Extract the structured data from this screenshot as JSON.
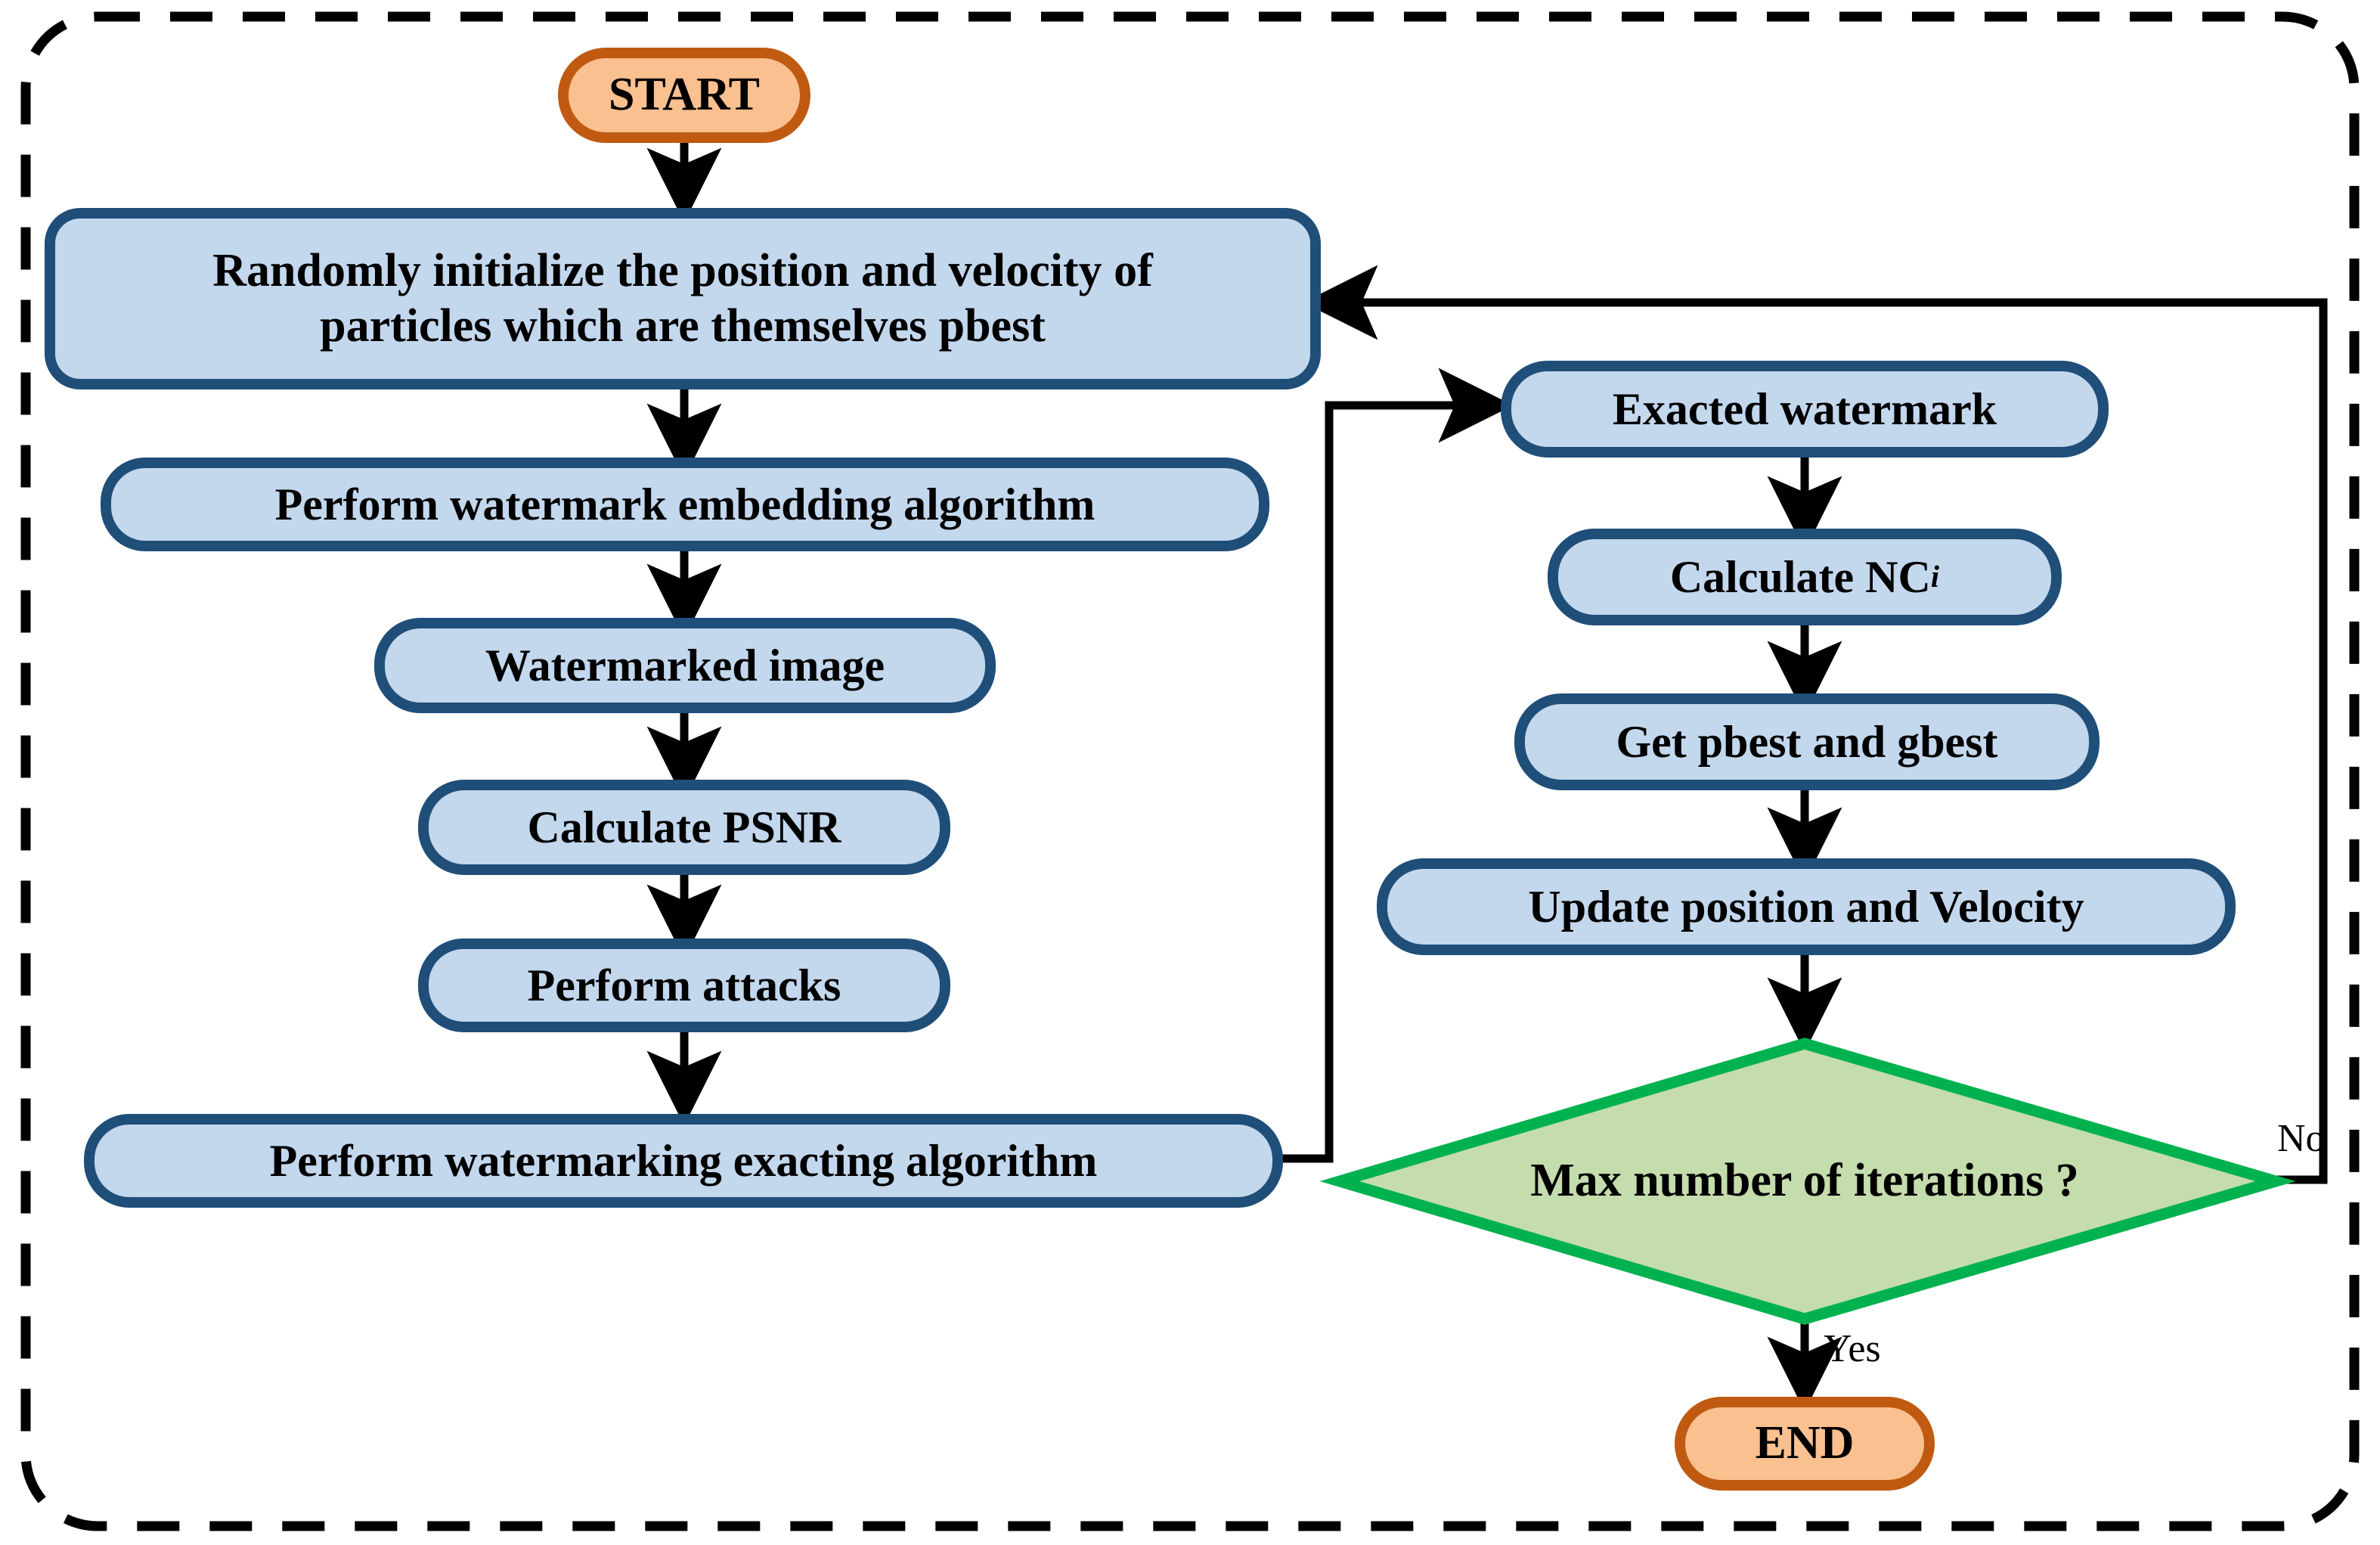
{
  "diagram": {
    "type": "flowchart",
    "title_text": "",
    "container": {
      "name": "dashed-boundary",
      "style": "dashed rounded rectangle",
      "color": "#000000"
    },
    "palette": {
      "terminator_fill": "#fac090",
      "terminator_border": "#c05a11",
      "process_fill": "#c3d7ed",
      "process_border": "#1f4e79",
      "decision_fill": "#c5dcad",
      "decision_border": "#00b24f",
      "connector": "#000000",
      "text": "#000000"
    },
    "nodes": [
      {
        "id": "start",
        "shape": "terminator",
        "label": "START"
      },
      {
        "id": "init",
        "shape": "process",
        "label": "Randomly initialize the position and velocity of\nparticles which are themselves pbest"
      },
      {
        "id": "embed",
        "shape": "process",
        "label": "Perform watermark embedding algorithm"
      },
      {
        "id": "wmimg",
        "shape": "process",
        "label": "Watermarked image"
      },
      {
        "id": "psnr",
        "shape": "process",
        "label": "Calculate PSNR"
      },
      {
        "id": "attacks",
        "shape": "process",
        "label": "Perform attacks"
      },
      {
        "id": "extract",
        "shape": "process",
        "label": "Perform watermarking exacting algorithm"
      },
      {
        "id": "exwm",
        "shape": "process",
        "label": "Exacted watermark"
      },
      {
        "id": "nc",
        "shape": "process",
        "label_prefix": "Calculate NC",
        "label_sub": "i",
        "label": "Calculate NCi"
      },
      {
        "id": "pgbest",
        "shape": "process",
        "label": "Get pbest and gbest"
      },
      {
        "id": "update",
        "shape": "process",
        "label": "Update position and Velocity"
      },
      {
        "id": "maxiter",
        "shape": "decision",
        "label": "Max number of iterations ?"
      },
      {
        "id": "end",
        "shape": "terminator",
        "label": "END"
      }
    ],
    "edges": [
      {
        "from": "start",
        "to": "init",
        "label": ""
      },
      {
        "from": "init",
        "to": "embed",
        "label": ""
      },
      {
        "from": "embed",
        "to": "wmimg",
        "label": ""
      },
      {
        "from": "wmimg",
        "to": "psnr",
        "label": ""
      },
      {
        "from": "psnr",
        "to": "attacks",
        "label": ""
      },
      {
        "from": "attacks",
        "to": "extract",
        "label": ""
      },
      {
        "from": "extract",
        "to": "exwm",
        "label": ""
      },
      {
        "from": "exwm",
        "to": "nc",
        "label": ""
      },
      {
        "from": "nc",
        "to": "pgbest",
        "label": ""
      },
      {
        "from": "pgbest",
        "to": "update",
        "label": ""
      },
      {
        "from": "update",
        "to": "maxiter",
        "label": ""
      },
      {
        "from": "maxiter",
        "to": "end",
        "label": "Yes"
      },
      {
        "from": "maxiter",
        "to": "init",
        "label": "No"
      }
    ],
    "edge_labels": {
      "yes": "Yes",
      "no": "No"
    }
  }
}
